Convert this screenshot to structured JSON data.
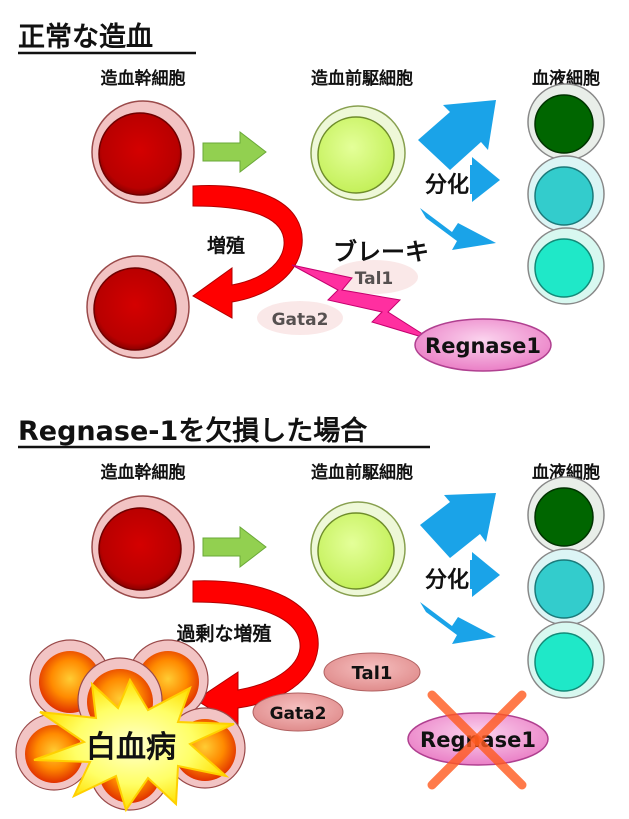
{
  "sections": [
    {
      "title": "正常な造血",
      "labels": {
        "stem_cell": "造血幹細胞",
        "progenitor": "造血前駆細胞",
        "blood_cells": "血液細胞",
        "differentiation": "分化",
        "proliferation": "増殖",
        "brake": "ブレーキ"
      },
      "factors": {
        "tal1": "Tal1",
        "gata2": "Gata2",
        "regnase": "Regnase1"
      }
    },
    {
      "title": "Regnase-1を欠損した場合",
      "labels": {
        "stem_cell": "造血幹細胞",
        "progenitor": "造血前駆細胞",
        "blood_cells": "血液細胞",
        "differentiation": "分化",
        "proliferation": "過剰な増殖",
        "leukemia": "白血病"
      },
      "factors": {
        "tal1": "Tal1",
        "gata2": "Gata2",
        "regnase": "Regnase1"
      }
    }
  ],
  "colors": {
    "stem_cell": "#c80000",
    "stem_rim": "#f2c4c4",
    "progenitor": "#ccff66",
    "blood_green": "#006600",
    "blood_teal": "#33cccc",
    "blood_aqua": "#1fe8c8",
    "arrow_green": "#92d050",
    "arrow_blue": "#1aa3e8",
    "red_arrow": "#ff0000",
    "regnase_pink": "#f4a0d8",
    "cross_red": "#ff5a1e"
  }
}
